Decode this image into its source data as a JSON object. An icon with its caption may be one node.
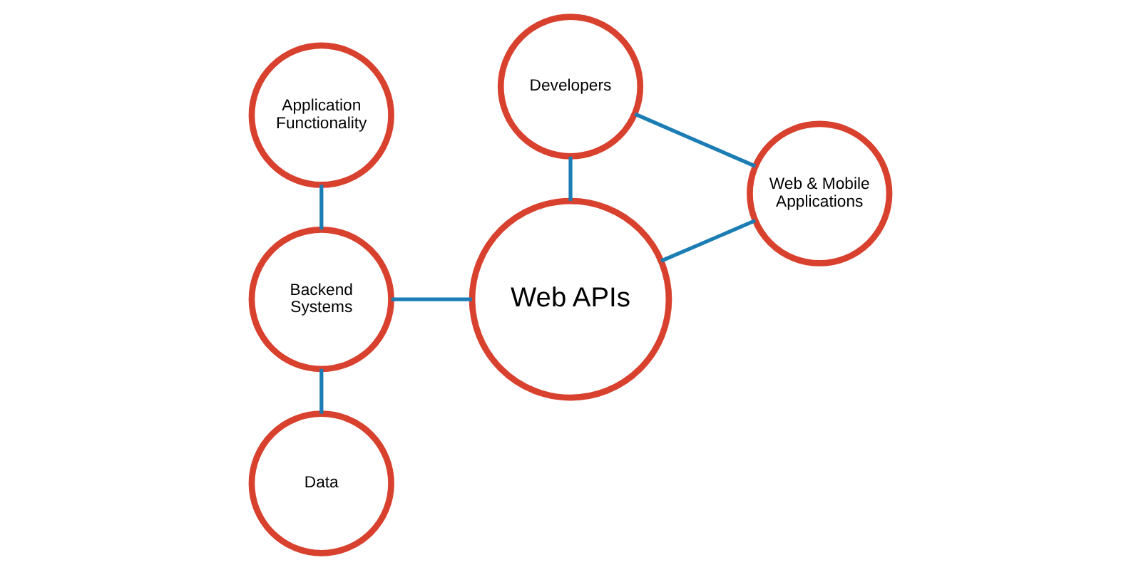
{
  "diagram": {
    "nodes": [
      {
        "text": [
          "Application Functionality"
        ]
      },
      {
        "text": [
          "Backend Systems"
        ]
      },
      {
        "text": [
          "Data"
        ]
      },
      {
        "text": [
          "Developers"
        ]
      },
      {
        "text": [
          "Web APIs"
        ]
      },
      {
        "text": [
          "Web & Mobile Applications"
        ]
      }
    ],
    "edges": [
      {
        "from": 0,
        "to": 1,
        "arrow": "none"
      },
      {
        "from": 1,
        "to": 2,
        "arrow": "none"
      },
      {
        "from": 1,
        "to": 4,
        "arrow": "none"
      },
      {
        "from": 3,
        "to": 4,
        "arrow": "none"
      },
      {
        "from": 3,
        "to": 5,
        "arrow": "none"
      },
      {
        "from": 4,
        "to": 5,
        "arrow": "none"
      }
    ]
  }
}
